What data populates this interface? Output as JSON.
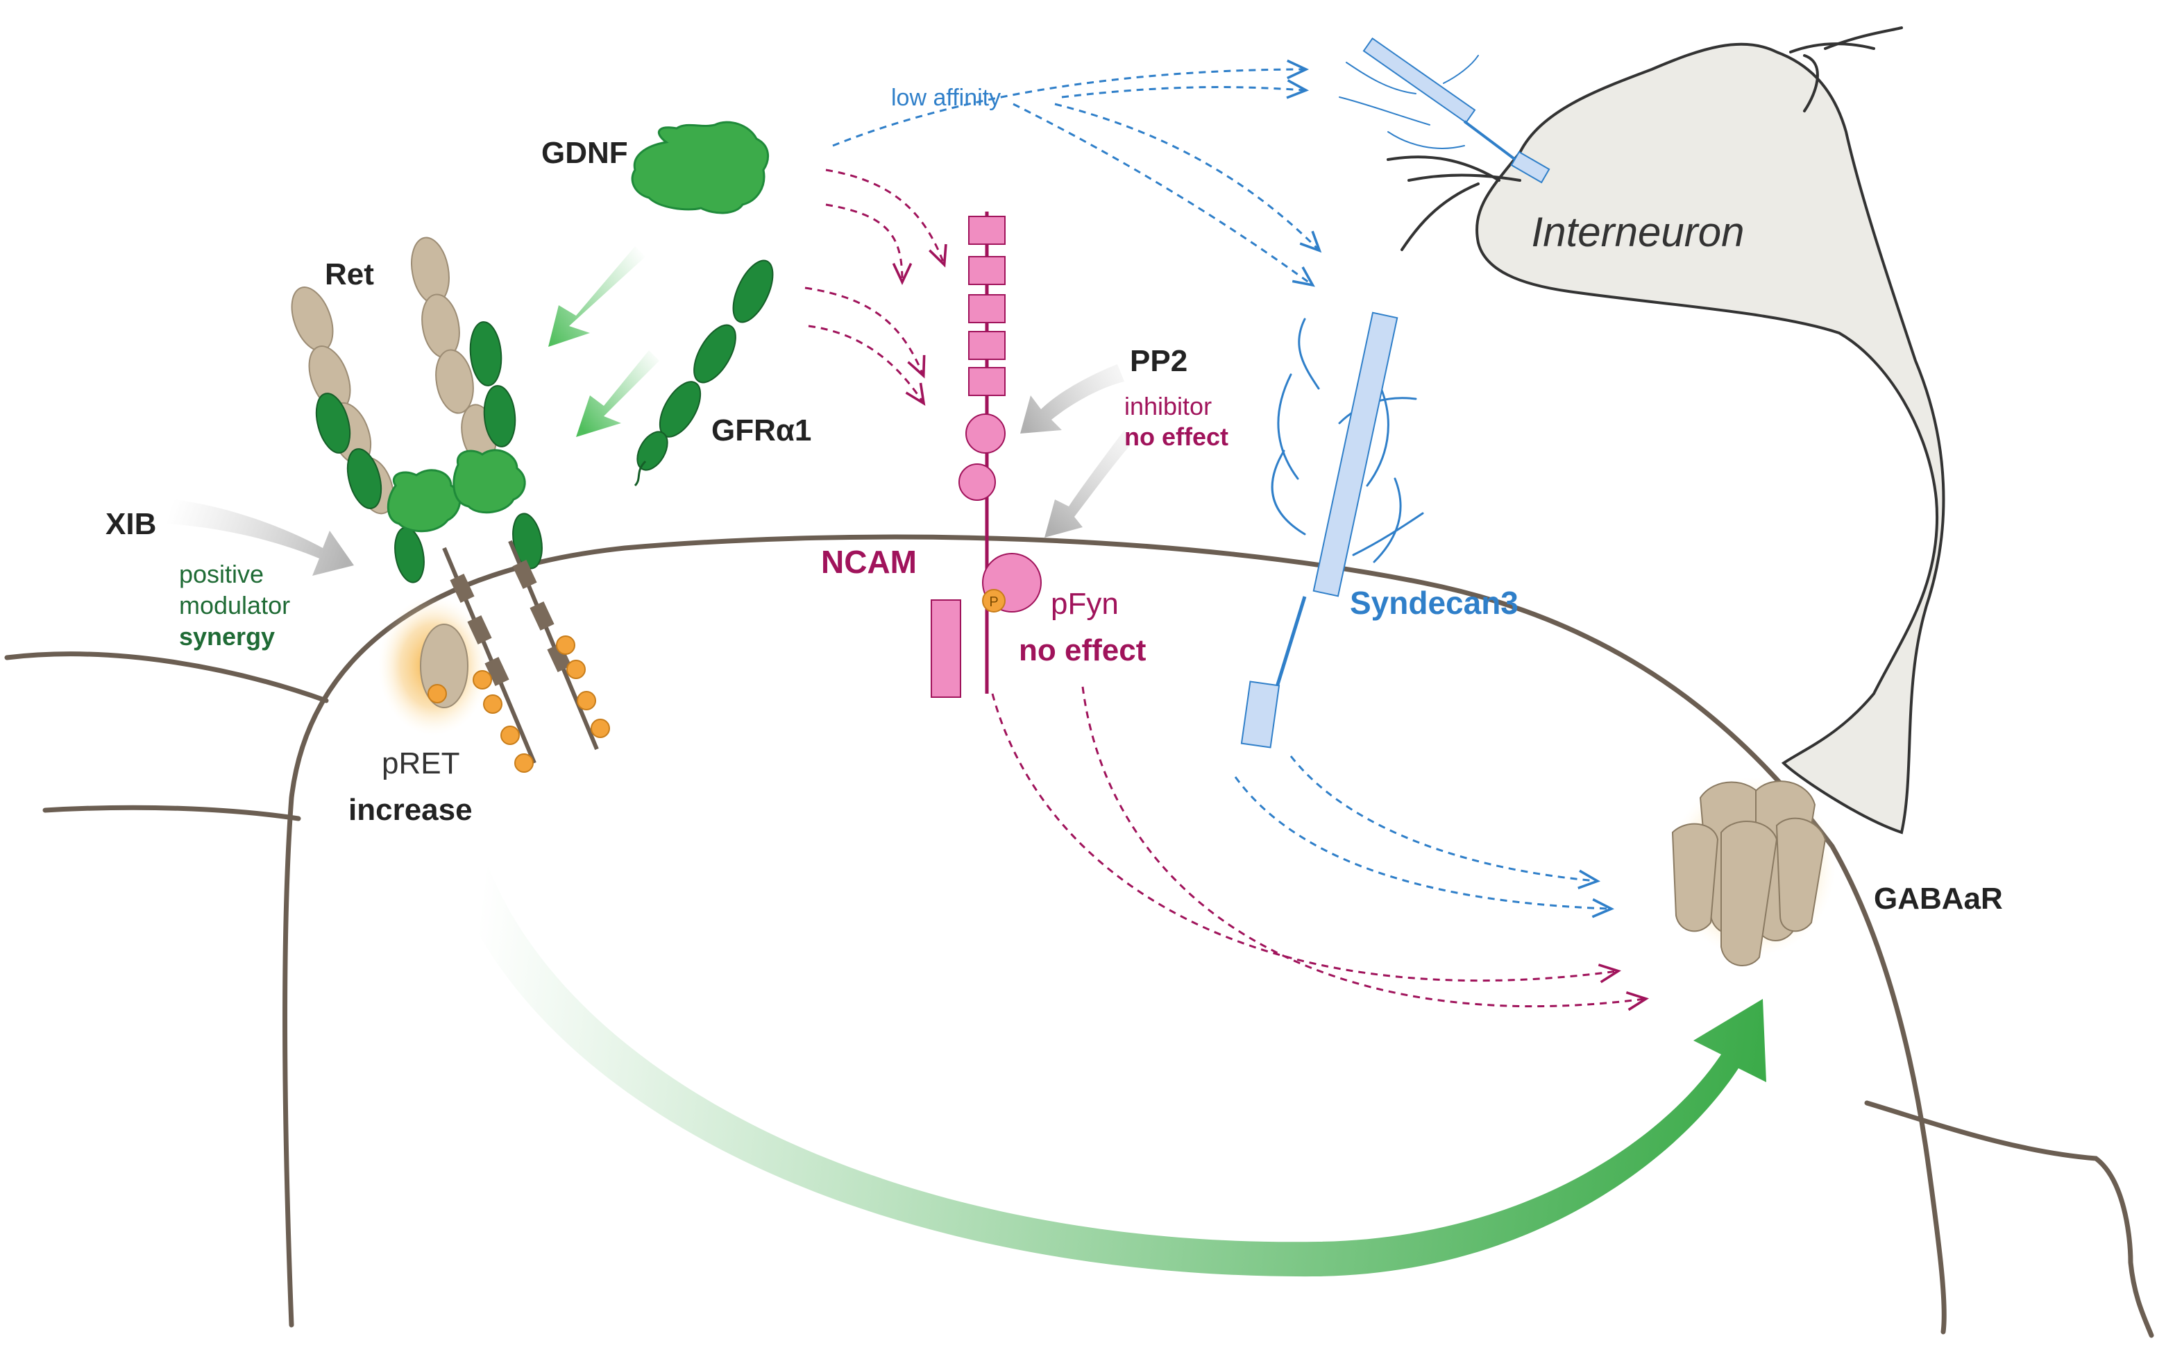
{
  "labels": {
    "gdnf": "GDNF",
    "ret": "Ret",
    "gfra1": "GFRα1",
    "xib": "XIB",
    "xib_role_1": "positive",
    "xib_role_2": "modulator",
    "xib_role_3": "synergy",
    "pret": "pRET",
    "pret_effect": "increase",
    "low_affinity": "low affinity",
    "interneuron": "Interneuron",
    "pp2": "PP2",
    "pp2_role": "inhibitor",
    "pp2_effect": "no effect",
    "ncam": "NCAM",
    "pfyn": "pFyn",
    "pfyn_effect": "no effect",
    "syndecan3": "Syndecan3",
    "gabaar": "GABAaR",
    "phospho": "P"
  },
  "colors": {
    "membrane": "#6b5e52",
    "ret_domain": "#c9b9a0",
    "gfra_green": "#1f8a3a",
    "gdnf_green": "#3cab4a",
    "ncam_magenta": "#a0135b",
    "ncam_pink": "#f08dc1",
    "syndecan_blue": "#2f7fc9",
    "syndecan_fill": "#c9dcf5",
    "phospho_orange": "#f3a33a",
    "interneuron_fill": "#ecebe6",
    "inhibitor_gray": "#b6b6b6"
  }
}
